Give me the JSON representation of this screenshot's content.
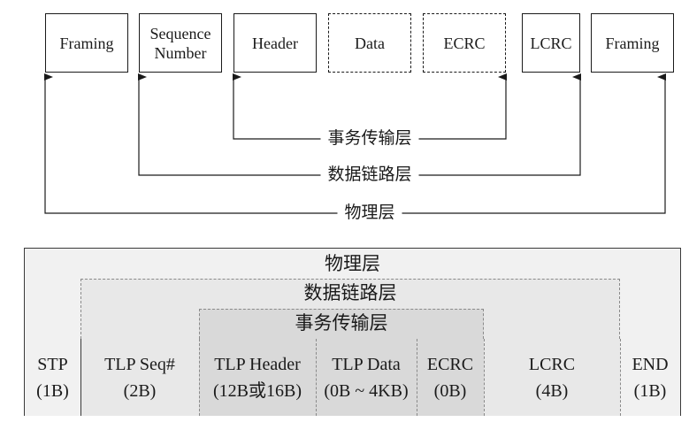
{
  "top_boxes": [
    {
      "label": "Framing",
      "style": "solid"
    },
    {
      "label": "Sequence\nNumber",
      "style": "solid"
    },
    {
      "label": "Header",
      "style": "solid"
    },
    {
      "label": "Data",
      "style": "dashed"
    },
    {
      "label": "ECRC",
      "style": "dashed"
    },
    {
      "label": "LCRC",
      "style": "solid"
    },
    {
      "label": "Framing",
      "style": "solid"
    }
  ],
  "layer_labels": {
    "transaction": "事务传输层",
    "data_link": "数据链路层",
    "physical": "物理层"
  },
  "bottom": {
    "physical_title": "物理层",
    "data_link_title": "数据链路层",
    "transaction_title": "事务传输层",
    "fields": [
      {
        "name": "STP",
        "size": "(1B)"
      },
      {
        "name": "TLP Seq#",
        "size": "(2B)"
      },
      {
        "name": "TLP Header",
        "size": "(12B或16B)"
      },
      {
        "name": "TLP Data",
        "size": "(0B ~ 4KB)"
      },
      {
        "name": "ECRC",
        "size": "(0B)"
      },
      {
        "name": "LCRC",
        "size": "(4B)"
      },
      {
        "name": "END",
        "size": "(1B)"
      }
    ]
  }
}
